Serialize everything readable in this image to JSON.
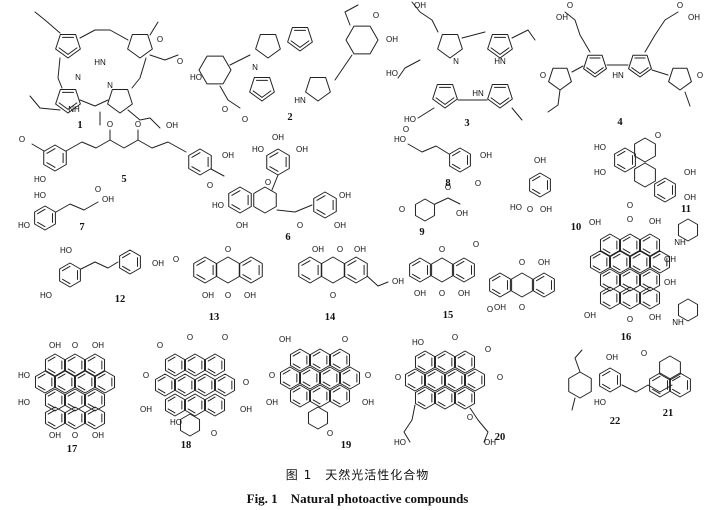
{
  "figure": {
    "caption_cn": "图 1　天然光活性化合物",
    "caption_en": "Fig. 1　Natural photoactive compounds",
    "compound_numbers": [
      "1",
      "2",
      "3",
      "4",
      "5",
      "6",
      "7",
      "8",
      "9",
      "10",
      "11",
      "12",
      "13",
      "14",
      "15",
      "16",
      "17",
      "18",
      "19",
      "20",
      "21",
      "22"
    ]
  }
}
